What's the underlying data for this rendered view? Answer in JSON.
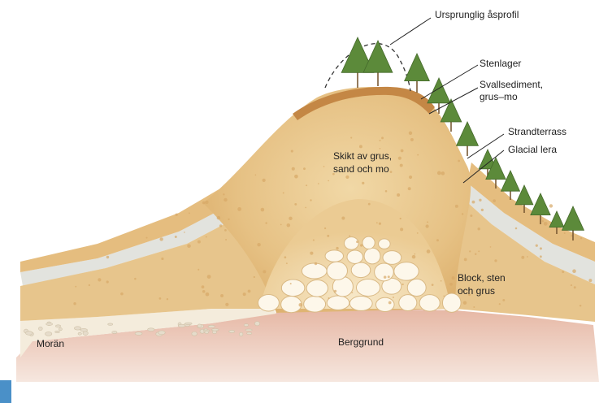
{
  "labels": {
    "original_profile": "Ursprunglig åsprofil",
    "stone_layer": "Stenlager",
    "swash_sediment_1": "Svallsediment,",
    "swash_sediment_2": "grus–mo",
    "shore_terrace": "Strandterrass",
    "glacial_clay": "Glacial lera",
    "strata_1": "Skikt av grus,",
    "strata_2": "sand och mo",
    "boulders_1": "Block, sten",
    "boulders_2": "och grus",
    "moraine": "Morän",
    "bedrock": "Berggrund"
  },
  "colors": {
    "gravel_core": "#e8c48a",
    "gravel_dark": "#d7a866",
    "clay_band": "#dfe0dc",
    "bedrock": "#ebc7b8",
    "stone_layer": "#c58a49",
    "tree": "#5c8a3a",
    "boulder": "#fdf7ea"
  }
}
